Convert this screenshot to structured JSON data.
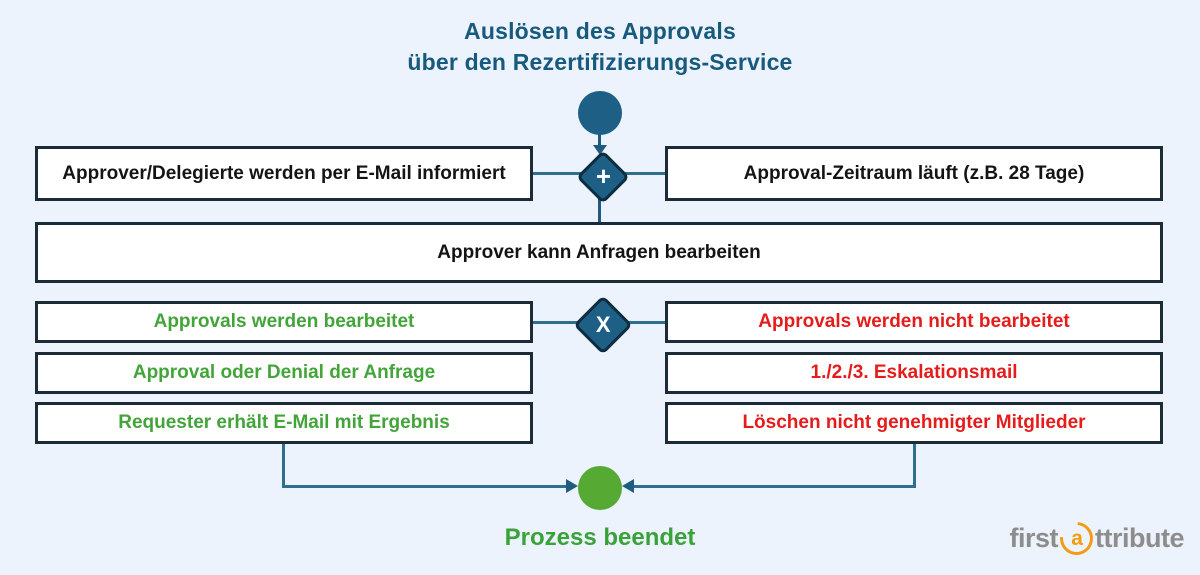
{
  "title": {
    "line1": "Auslösen des Approvals",
    "line2": "über den Rezertifizierungs-Service"
  },
  "gateways": {
    "parallel_label": "+",
    "exclusive_label": "X"
  },
  "tasks": {
    "approver_informed": "Approver/Delegierte werden per E-Mail informiert",
    "approval_period": "Approval-Zeitraum läuft (z.B. 28 Tage)",
    "approver_can_process": "Approver kann Anfragen bearbeiten",
    "processed": [
      "Approvals werden bearbeitet",
      "Approval oder Denial der Anfrage",
      "Requester erhält E-Mail mit Ergebnis"
    ],
    "not_processed": [
      "Approvals werden nicht bearbeitet",
      "1./2./3. Eskalationsmail",
      "Löschen nicht genehmigter Mitglieder"
    ]
  },
  "end": {
    "label": "Prozess beendet"
  },
  "logo": {
    "part1": "first",
    "at_letter": "a",
    "part2": "ttribute"
  },
  "colors": {
    "background": "#edf3fc",
    "title": "#175a7e",
    "node_fill": "#1e5f86",
    "node_border": "#0e2d40",
    "box_border": "#1c2b38",
    "connector": "#2e6e8e",
    "green_text": "#43a43a",
    "red_text": "#e41c1c",
    "end_event": "#56a933",
    "logo_gray": "#8d8d8d",
    "logo_orange": "#f39b12"
  }
}
